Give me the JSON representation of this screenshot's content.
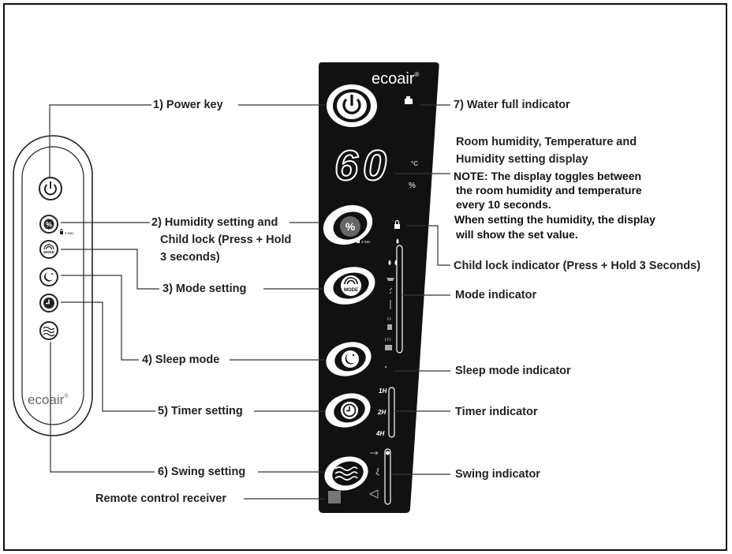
{
  "labels": {
    "power_key": "1) Power key",
    "humidity_line1": "2) Humidity setting and",
    "humidity_line2": "Child lock (Press + Hold",
    "humidity_line3": "3 seconds)",
    "mode_setting": "3) Mode setting",
    "sleep_mode": "4) Sleep mode",
    "timer_setting": "5) Timer setting",
    "swing_setting": "6) Swing setting",
    "remote_receiver": "Remote control receiver",
    "water_full": "7) Water full indicator",
    "display_title_line1": "Room humidity, Temperature and",
    "display_title_line2": "Humidity setting display",
    "note_line1": "NOTE: The display toggles between",
    "note_line2": "the room humidity and temperature",
    "note_line3": "every 10 seconds.",
    "note_line4": "When setting the humidity, the display",
    "note_line5": "will show the set value.",
    "child_lock_indicator": "Child lock indicator (Press + Hold 3 Seconds)",
    "mode_indicator": "Mode indicator",
    "sleep_mode_indicator": "Sleep mode indicator",
    "timer_indicator": "Timer indicator",
    "swing_indicator": "Swing indicator"
  },
  "panel": {
    "brand": "ecoair",
    "registered": "®",
    "display_value": "60",
    "unit_celsius": "°C",
    "unit_percent": "%",
    "mode_button_text": "MODE",
    "humidity_button_text": "%",
    "lock_hint": "3 Sec",
    "timer_1h": "1H",
    "timer_2h": "2H",
    "timer_4h": "4H"
  },
  "remote": {
    "brand": "ecoair",
    "registered": "®",
    "mode_text": "MODE",
    "humidity_text": "%",
    "lock_hint": "3 Sec"
  },
  "colors": {
    "panel_bg": "#111111",
    "line": "#333333",
    "text": "#222222"
  },
  "icons": [
    "power-icon",
    "percent-icon",
    "mode-icon",
    "sleep-icon",
    "clock-icon",
    "swing-icon",
    "lock-icon",
    "water-drop-icon",
    "water-tank-icon"
  ]
}
